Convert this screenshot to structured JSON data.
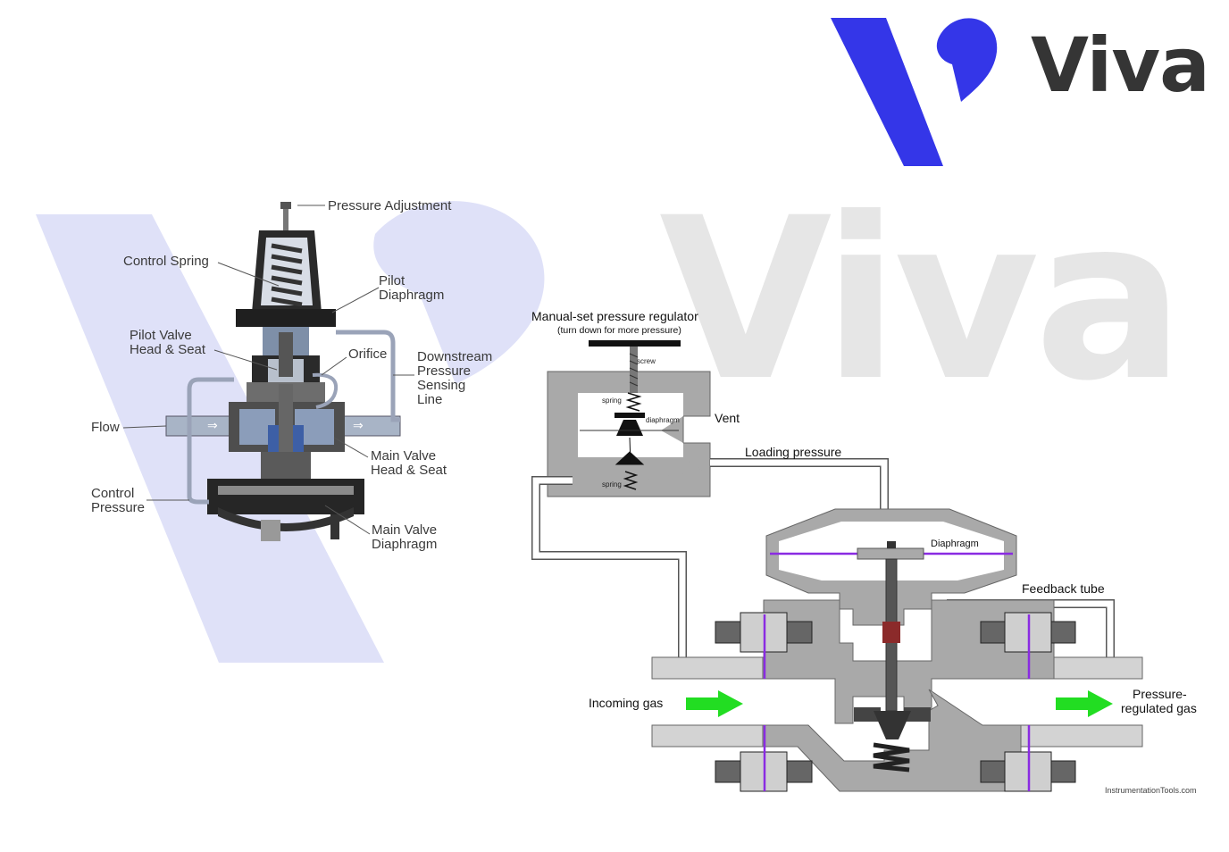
{
  "brand": {
    "logo_text": "Viva",
    "watermark_text": "Viva",
    "accent_color": "#3436e8",
    "text_color": "#353535",
    "watermark_color": "#d9dcf7"
  },
  "left_diagram": {
    "labels": {
      "pressure_adjustment": "Pressure Adjustment",
      "control_spring": "Control Spring",
      "pilot_diaphragm_1": "Pilot",
      "pilot_diaphragm_2": "Diaphragm",
      "pilot_valve_1": "Pilot Valve",
      "pilot_valve_2": "Head & Seat",
      "orifice": "Orifice",
      "downstream_1": "Downstream",
      "downstream_2": "Pressure",
      "downstream_3": "Sensing",
      "downstream_4": "Line",
      "flow": "Flow",
      "main_valve_head_1": "Main Valve",
      "main_valve_head_2": "Head & Seat",
      "control_pressure_1": "Control",
      "control_pressure_2": "Pressure",
      "main_valve_diaphragm_1": "Main Valve",
      "main_valve_diaphragm_2": "Diaphragm"
    }
  },
  "right_diagram": {
    "title": "Manual-set pressure regulator",
    "subtitle": "(turn down for more pressure)",
    "labels": {
      "screw": "screw",
      "spring_top": "spring",
      "diaphragm_small": "diaphragm",
      "spring_bottom": "spring",
      "vent": "Vent",
      "loading_pressure": "Loading pressure",
      "diaphragm": "Diaphragm",
      "feedback_tube": "Feedback tube",
      "incoming_gas": "Incoming gas",
      "regulated_gas_1": "Pressure-",
      "regulated_gas_2": "regulated gas",
      "credit": "InstrumentationTools.com"
    },
    "colors": {
      "body": "#a9a9a9",
      "flange": "#d3d3d3",
      "arrow": "#22dd22",
      "diaphragm_line": "#8a2be2"
    }
  }
}
